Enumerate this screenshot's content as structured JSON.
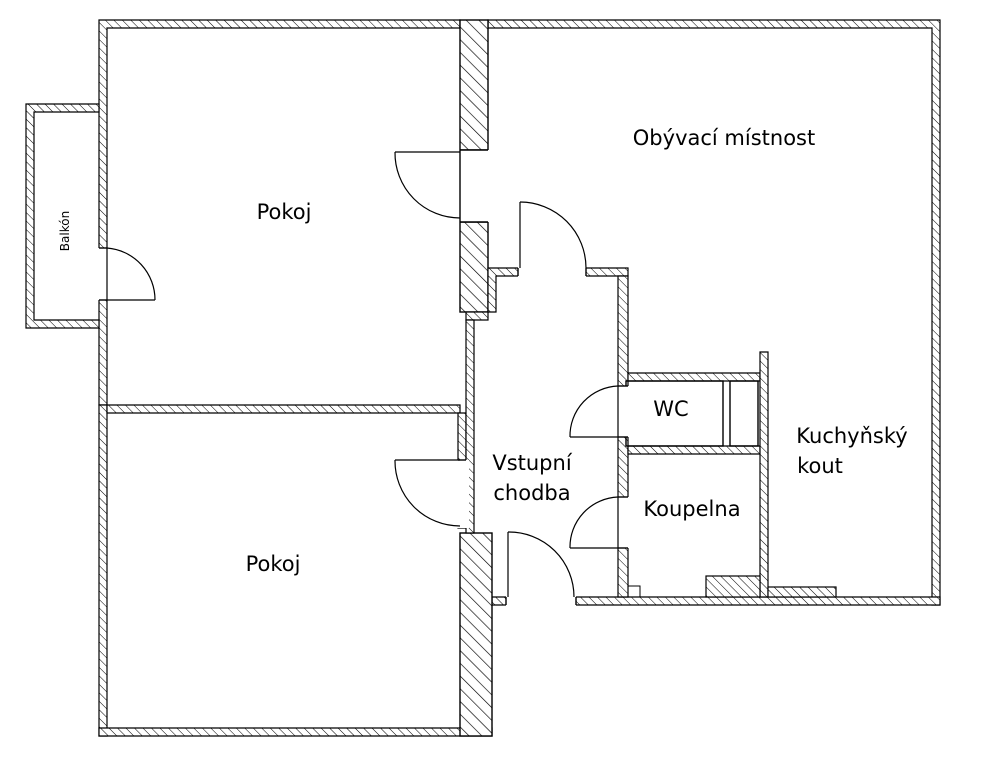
{
  "plan": {
    "rooms": {
      "pokoj_top": {
        "label": "Pokoj"
      },
      "pokoj_bottom": {
        "label": "Pokoj"
      },
      "obyvaci": {
        "label": "Obývací místnost"
      },
      "vstupni_line1": {
        "label": "Vstupní"
      },
      "vstupni_line2": {
        "label": "chodba"
      },
      "wc": {
        "label": "WC"
      },
      "koupelna": {
        "label": "Koupelna"
      },
      "kuchyn_line1": {
        "label": "Kuchyňský"
      },
      "kuchyn_line2": {
        "label": "kout"
      },
      "balkon": {
        "label": "Balkón"
      }
    },
    "colors": {
      "wall": "#000000",
      "background": "#ffffff"
    }
  }
}
